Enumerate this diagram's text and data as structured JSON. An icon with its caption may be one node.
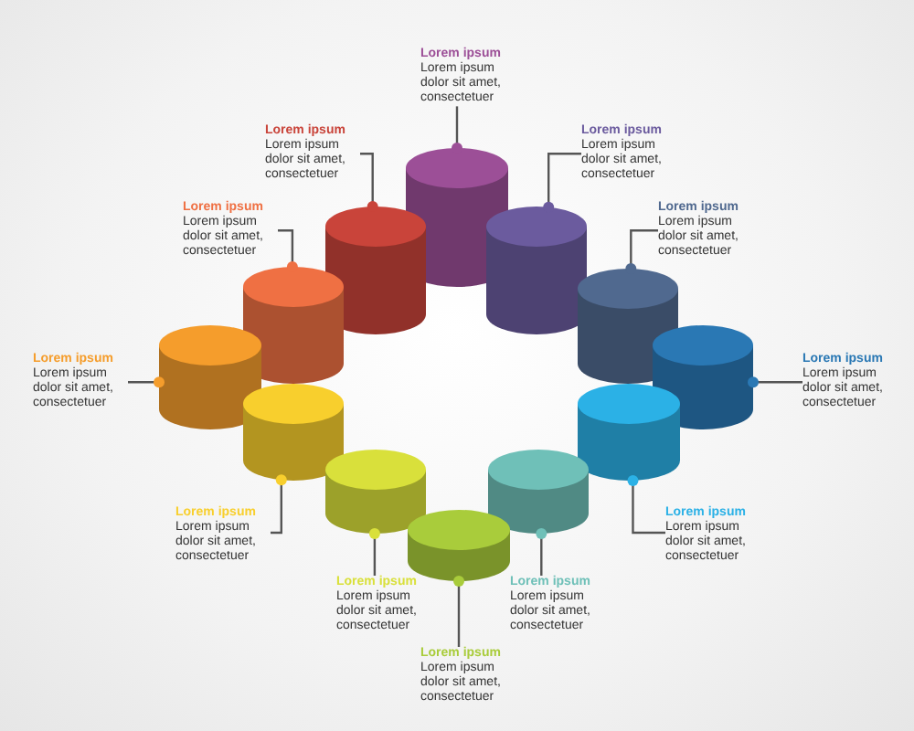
{
  "diagram": {
    "nodes": [
      {
        "text": [
          "Lorem ipsum",
          "Lorem ipsum dolor sit amet, consectetuer"
        ]
      },
      {
        "text": [
          "Lorem ipsum",
          "Lorem ipsum dolor sit amet, consectetuer"
        ]
      },
      {
        "text": [
          "Lorem ipsum",
          "Lorem ipsum dolor sit amet, consectetuer"
        ]
      },
      {
        "text": [
          "Lorem ipsum",
          "Lorem ipsum dolor sit amet, consectetuer"
        ]
      },
      {
        "text": [
          "Lorem ipsum",
          "Lorem ipsum dolor sit amet, consectetuer"
        ]
      },
      {
        "text": [
          "Lorem ipsum",
          "Lorem ipsum dolor sit amet, consectetuer"
        ]
      },
      {
        "text": [
          "Lorem ipsum",
          "Lorem ipsum dolor sit amet, consectetuer"
        ]
      },
      {
        "text": [
          "Lorem ipsum",
          "Lorem ipsum dolor sit amet, consectetuer"
        ]
      },
      {
        "text": [
          "Lorem ipsum",
          "Lorem ipsum dolor sit amet, consectetuer"
        ]
      },
      {
        "text": [
          "Lorem ipsum",
          "Lorem ipsum dolor sit amet, consectetuer"
        ]
      },
      {
        "text": [
          "Lorem ipsum",
          "Lorem ipsum dolor sit amet, consectetuer"
        ]
      },
      {
        "text": [
          "Lorem ipsum",
          "Lorem ipsum dolor sit amet, consectetuer"
        ]
      },
      {
        "text": [],
        "shape": "cylinder"
      },
      {
        "text": [],
        "shape": "cylinder"
      },
      {
        "text": [],
        "shape": "cylinder"
      },
      {
        "text": [],
        "shape": "cylinder"
      },
      {
        "text": [],
        "shape": "cylinder"
      },
      {
        "text": [],
        "shape": "cylinder"
      },
      {
        "text": [],
        "shape": "cylinder"
      },
      {
        "text": [],
        "shape": "cylinder"
      },
      {
        "text": [],
        "shape": "cylinder"
      },
      {
        "text": [],
        "shape": "cylinder"
      },
      {
        "text": [],
        "shape": "cylinder"
      },
      {
        "text": [],
        "shape": "cylinder"
      }
    ],
    "edges": [
      {
        "from": 0,
        "to": 12,
        "arrow": "other"
      },
      {
        "from": 1,
        "to": 13,
        "arrow": "other"
      },
      {
        "from": 2,
        "to": 14,
        "arrow": "other"
      },
      {
        "from": 3,
        "to": 15,
        "arrow": "other"
      },
      {
        "from": 4,
        "to": 16,
        "arrow": "other"
      },
      {
        "from": 5,
        "to": 17,
        "arrow": "other"
      },
      {
        "from": 6,
        "to": 18,
        "arrow": "other"
      },
      {
        "from": 7,
        "to": 19,
        "arrow": "other"
      },
      {
        "from": 8,
        "to": 20,
        "arrow": "other"
      },
      {
        "from": 9,
        "to": 21,
        "arrow": "other"
      },
      {
        "from": 10,
        "to": 22,
        "arrow": "other"
      },
      {
        "from": 11,
        "to": 23,
        "arrow": "other"
      }
    ]
  }
}
